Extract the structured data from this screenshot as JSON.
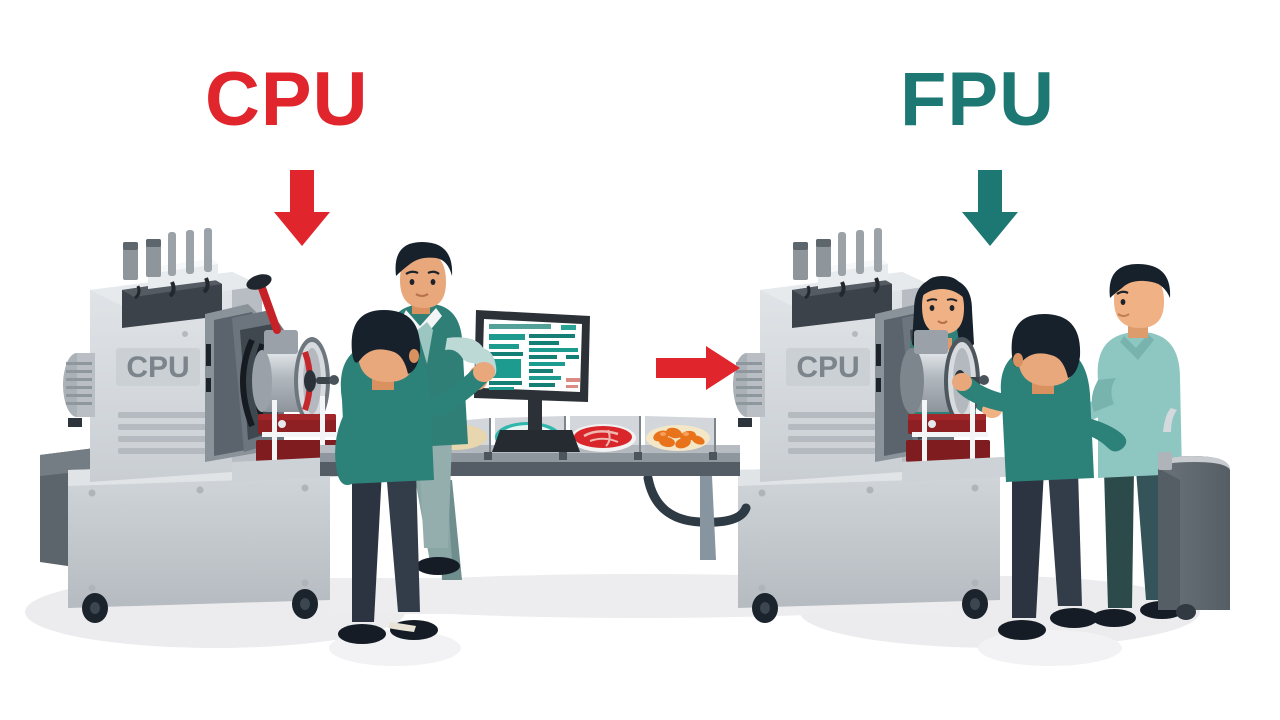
{
  "scene": {
    "title_left": "CPU",
    "title_right": "FPU",
    "background_color": "#ffffff",
    "floor_shadow_color": "#ececee"
  },
  "annotations": {
    "left": {
      "label": "CPU",
      "color": "#e0252c",
      "arrow": "down-arrow",
      "arrow_color": "#e0252c"
    },
    "right": {
      "label": "FPU",
      "color": "#1d7772",
      "arrow": "down-arrow",
      "arrow_color": "#1d7772"
    },
    "flow": {
      "arrow": "right-arrow",
      "color": "#e0252c"
    }
  },
  "machines": [
    {
      "id": "machine-left",
      "plate_label": "CPU",
      "plate_color": "#c9ced2",
      "plate_text_color": "#7d858c",
      "body_color": "#d6dadd",
      "body_shade": "#b9bfc4",
      "base_color": "#c6cbcf",
      "top_module_color": "#3c4249",
      "lever_color": "#c62127",
      "drum_color": "#b6bcc1",
      "accent_block_color": "#8e1f23",
      "caster_color": "#1b232c"
    },
    {
      "id": "machine-right",
      "plate_label": "CPU",
      "plate_color": "#c9ced2",
      "plate_text_color": "#7d858c",
      "body_color": "#d6dadd",
      "body_shade": "#b9bfc4",
      "base_color": "#c6cbcf",
      "top_module_color": "#3c4249",
      "lever_color": "#c62127",
      "drum_color": "#b6bcc1",
      "accent_block_color": "#8e1f23",
      "caster_color": "#1b232c"
    }
  ],
  "conveyor": {
    "rail_color": "#9aa3a9",
    "frame_color": "#555e66",
    "leg_color": "#6f8e8e",
    "cable_color": "#2e3a44",
    "trays": [
      {
        "name": "tray-dough",
        "content": "dough",
        "color": "#e8d7ae"
      },
      {
        "name": "tray-salad",
        "content": "salad-bowl",
        "color": "#2fb6ad"
      },
      {
        "name": "tray-meat",
        "content": "raw-meat",
        "color": "#d8262b"
      },
      {
        "name": "tray-carrots",
        "content": "carrot-slices",
        "color": "#e8731a"
      }
    ]
  },
  "monitor": {
    "name": "operator-monitor",
    "bezel_color": "#2c3138",
    "screen_color": "#ffffff",
    "bar_color": "#1d9b8f",
    "bar_color_dark": "#157f75",
    "alert_color": "#d98b84",
    "rows": [
      "header-bar",
      "content-bar",
      "content-bar",
      "content-bar",
      "alert-bar"
    ]
  },
  "people": [
    {
      "name": "technician-supervisor",
      "position": "left-back",
      "shirt_color": "#2f7f77",
      "sleeve_color": "#bcd9d5",
      "pants_color": "#8aa6a4",
      "hair_color": "#17212c",
      "skin_color": "#e8a87c"
    },
    {
      "name": "technician-front-left",
      "position": "left-front",
      "shirt_color": "#2c8179",
      "pants_color": "#2b3440",
      "hair_color": "#17212c",
      "skin_color": "#e8a87c"
    },
    {
      "name": "operator-woman",
      "position": "right-back",
      "shirt_color": "#2f8079",
      "hair_color": "#17212c",
      "skin_color": "#f0b184"
    },
    {
      "name": "technician-front-right",
      "position": "right-front",
      "shirt_color": "#2c8179",
      "pants_color": "#2b3440",
      "hair_color": "#17212c",
      "skin_color": "#e8a87c"
    },
    {
      "name": "technician-polo",
      "position": "right-far",
      "shirt_color": "#8ec7c2",
      "pants_color": "#2c4a4a",
      "hair_color": "#17212c",
      "skin_color": "#f0b184"
    }
  ],
  "side_cabinet": {
    "name": "side-cabinet",
    "color": "#5f686f",
    "top_color": "#c8ccd0"
  }
}
